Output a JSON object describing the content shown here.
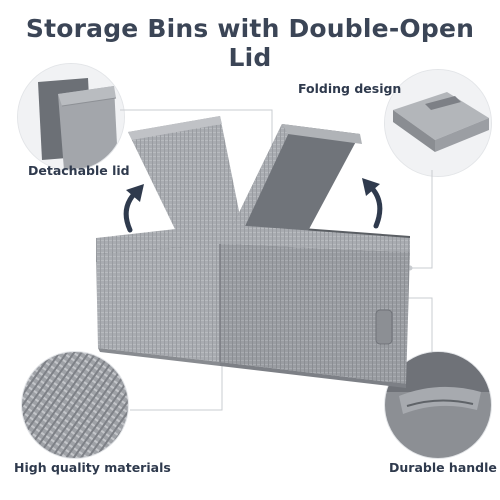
{
  "title": "Storage Bins with Double-Open Lid",
  "features": {
    "detachable_lid": "Detachable lid",
    "folding_design": "Folding design",
    "high_quality": "High quality materials",
    "durable_handle": "Durable handle"
  },
  "colors": {
    "fabric": "#a7aaaf",
    "fabric_dark": "#7d8086",
    "interior": "#5f6368",
    "arrow": "#2f3a4d",
    "title": "#3b4556"
  },
  "icons": [
    "curved-arrow-left-icon",
    "curved-arrow-right-icon"
  ]
}
